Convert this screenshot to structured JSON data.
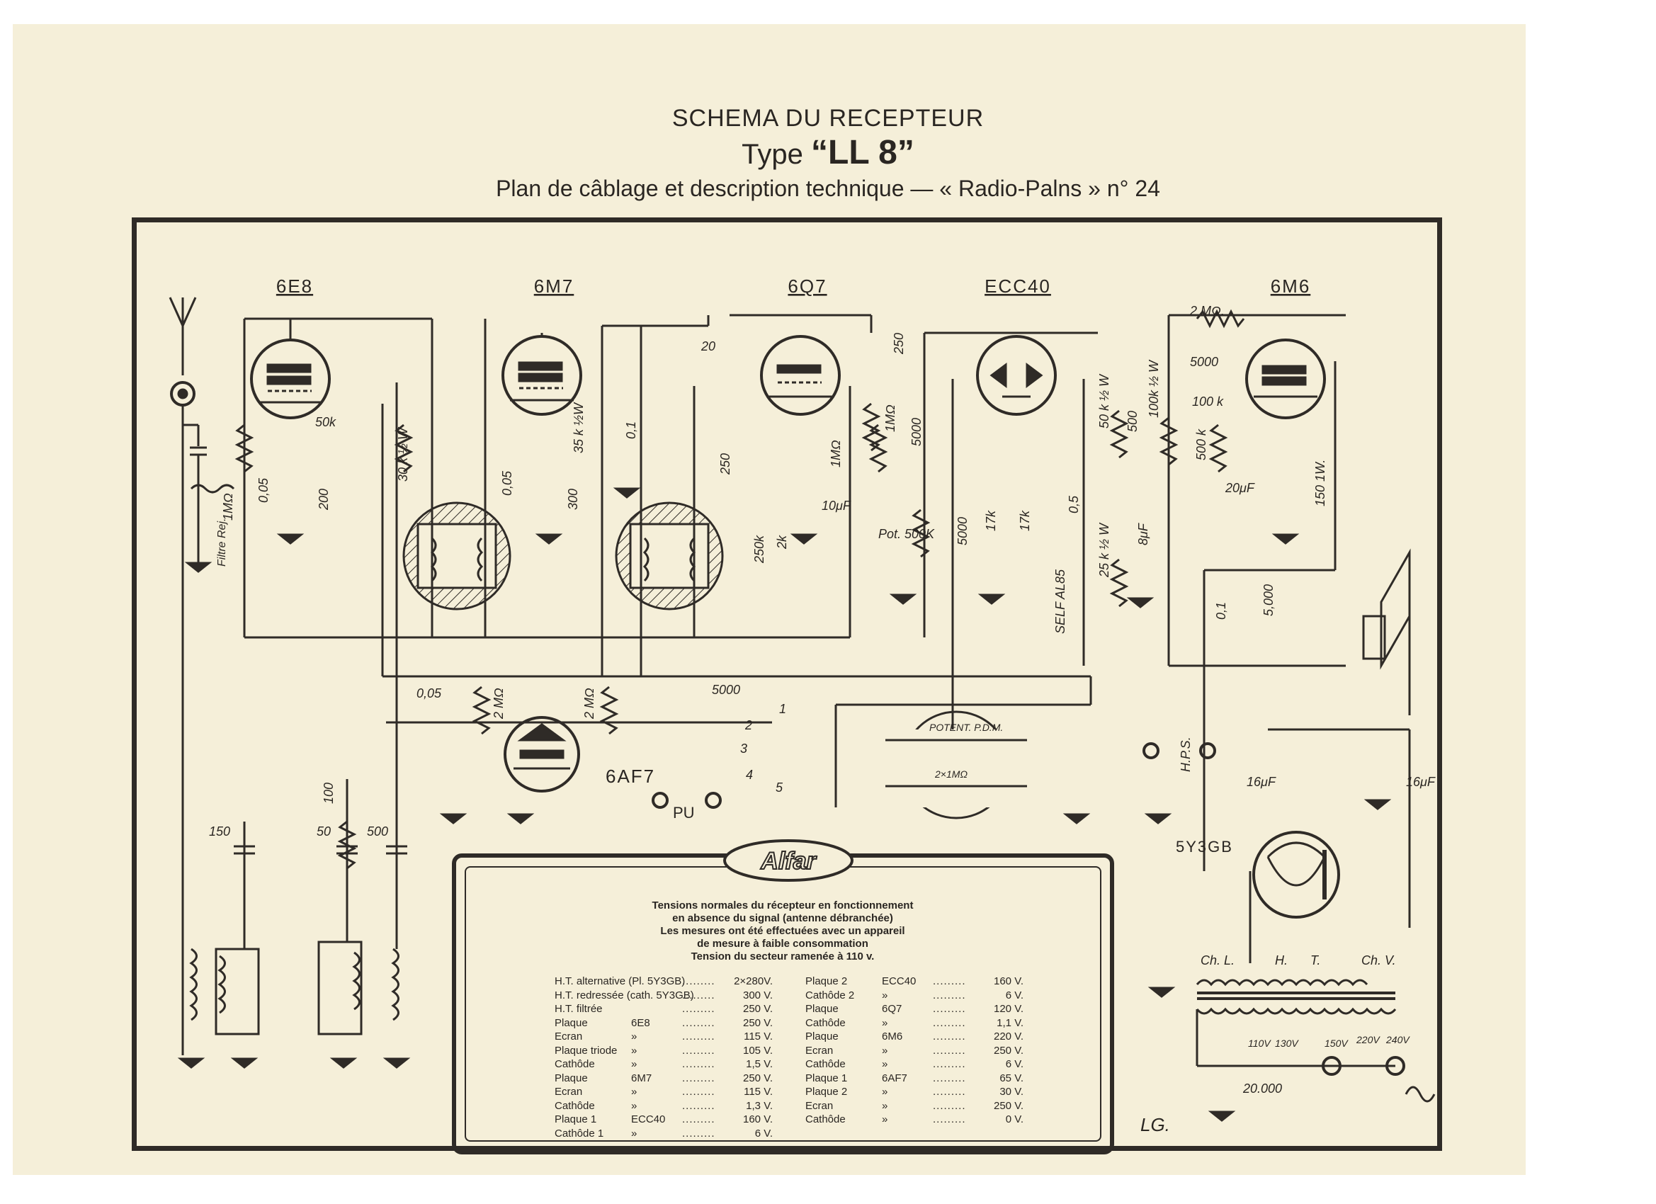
{
  "header": {
    "title": "SCHEMA DU RECEPTEUR",
    "type_prefix": "Type",
    "type_model": "“LL 8”",
    "subtitle": "Plan de câblage et description technique — « Radio-Palns » n° 24"
  },
  "tubes": [
    "6E8",
    "6M7",
    "6Q7",
    "ECC40",
    "6M6",
    "6AF7",
    "5Y3GB"
  ],
  "components": {
    "r_2mohm_top": "2 MΩ.",
    "c_20": "20",
    "c_250_top": "250",
    "r_50k": "50k",
    "r_1mohm_a": "1MΩ",
    "c_005_a": "0,05",
    "r_200": "200",
    "r_30k": "30 k ½ W",
    "c_005_b": "0,05",
    "r_300": "300",
    "r_35k": "35 k ½W",
    "c_01_a": "0,1",
    "c_250_b": "250",
    "r_250k": "250k",
    "r_2k": "2k",
    "r_1mohm_b": "1MΩ",
    "r_1mohm_c": "1MΩ",
    "c_10uf": "10μF",
    "c_5000_a": "5000",
    "pot_500k": "Pot. 500K",
    "c_5000_b": "5000",
    "r_17k_a": "17k",
    "r_17k_b": "17k",
    "c_05": "0,5",
    "self_al85": "SELF AL85",
    "r_50k_half": "50 k ½ W",
    "c_500": "500",
    "r_25k_half": "25 k ½ W",
    "c_8uf": "8μF",
    "r_100k_half": "100k ½ W",
    "c_5000_c": "5000",
    "r_100k": "100 k",
    "r_500k": "500 k",
    "c_20uf": "20μF",
    "r_150_1w": "150 1W.",
    "c_01_b": "0,1",
    "c_5000_d": "5,000",
    "c_005_c": "0,05",
    "r_2mohm_a": "2 MΩ",
    "r_2mohm_b": "2 MΩ",
    "c_5000_e": "5000",
    "c_150": "150",
    "r_100": "100",
    "c_50": "50",
    "c_500_b": "500",
    "potent": "POTENT. P.D.M.",
    "pot_2x1m": "2×1MΩ",
    "hps": "H.P.S.",
    "pu": "PU",
    "c_16uf_a": "16μF",
    "c_16uf_b": "16μF",
    "ch_l": "Ch. L.",
    "h": "H.",
    "t": "T.",
    "ch_v": "Ch. V.",
    "v_110": "110V",
    "v_130": "130V",
    "v_150": "150V",
    "v_220": "220V",
    "v_240": "240V",
    "c_20000": "20.000",
    "filtre_rej": "Filtre Rej.",
    "sw_1": "1",
    "sw_2": "2",
    "sw_3": "3",
    "sw_4": "4",
    "sw_5": "5"
  },
  "logo": "Alfar",
  "table": {
    "heading": [
      "Tensions normales du récepteur en fonctionnement",
      "en absence du signal (antenne débranchée)",
      "Les mesures ont été effectuées avec un appareil",
      "de mesure à faible consommation",
      "Tension du secteur ramenée à 110 v."
    ],
    "left_rows": [
      [
        "H.T. alternative (Pl. 5Y3GB)",
        "",
        "2×280V."
      ],
      [
        "H.T. redressée (cath. 5Y3GB)",
        "",
        "300 V."
      ],
      [
        "H.T. filtrée",
        "",
        "250 V."
      ],
      [
        "Plaque",
        "6E8",
        "250 V."
      ],
      [
        "Ecran",
        "»",
        "115 V."
      ],
      [
        "Plaque triode",
        "»",
        "105 V."
      ],
      [
        "Cathôde",
        "»",
        "1,5 V."
      ],
      [
        "Plaque",
        "6M7",
        "250 V."
      ],
      [
        "Ecran",
        "»",
        "115 V."
      ],
      [
        "Cathôde",
        "»",
        "1,3 V."
      ],
      [
        "Plaque 1",
        "ECC40",
        "160 V."
      ],
      [
        "Cathôde 1",
        "»",
        "6 V."
      ]
    ],
    "right_rows": [
      [
        "Plaque 2",
        "ECC40",
        "160 V."
      ],
      [
        "Cathôde 2",
        "»",
        "6 V."
      ],
      [
        "Plaque",
        "6Q7",
        "120 V."
      ],
      [
        "Cathôde",
        "»",
        "1,1 V."
      ],
      [
        "Plaque",
        "6M6",
        "220 V."
      ],
      [
        "Ecran",
        "»",
        "250 V."
      ],
      [
        "Cathôde",
        "»",
        "6 V."
      ],
      [
        "Plaque 1",
        "6AF7",
        "65 V."
      ],
      [
        "Plaque 2",
        "»",
        "30 V."
      ],
      [
        "Ecran",
        "»",
        "250 V."
      ],
      [
        "Cathôde",
        "»",
        "0 V."
      ]
    ],
    "dots": "........."
  },
  "initials": "LG.",
  "colors": {
    "paper": "#f5efd9",
    "ink": "#2a2622",
    "border": "#2f2b27"
  }
}
